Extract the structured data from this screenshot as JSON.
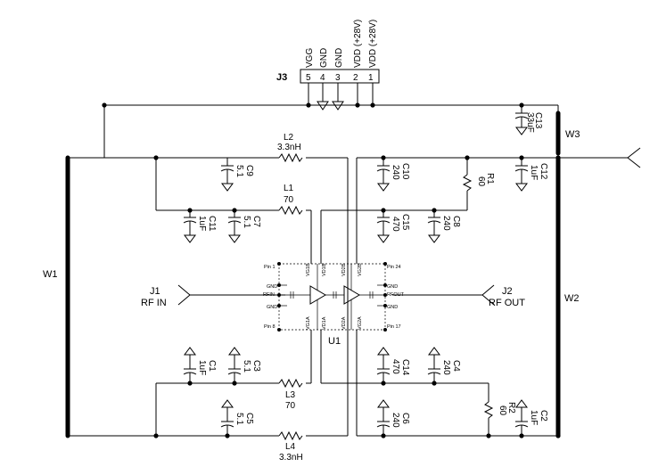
{
  "connector": {
    "ref": "J3",
    "pins": [
      {
        "num": "5",
        "name": "VGG"
      },
      {
        "num": "4",
        "name": "GND"
      },
      {
        "num": "3",
        "name": "GND"
      },
      {
        "num": "2",
        "name": "VDD (+28V)"
      },
      {
        "num": "1",
        "name": "VDD (+28V)"
      }
    ]
  },
  "buses": {
    "w1": "W1",
    "w2": "W2",
    "w3": "W3"
  },
  "ports": {
    "j1_ref": "J1",
    "j1_name": "RF IN",
    "j2_ref": "J2",
    "j2_name": "RF OUT"
  },
  "ic": {
    "ref": "U1",
    "pin1": "Pin 1",
    "pin8": "Pin 8",
    "pin24": "Pin 24",
    "pin17": "Pin 17",
    "gnd": "GND",
    "rfin": "RFIN",
    "rfout": "RFOUT",
    "vg1b": "VG1B",
    "vd1b": "VD1B",
    "vd2b": "VD2B",
    "vg2b": "VG2B",
    "vg1a": "VG1A",
    "vd1a": "VD1A",
    "vd2a": "VD2A",
    "vg2a": "VG2A"
  },
  "components": {
    "L1": {
      "ref": "L1",
      "value": "70"
    },
    "L2": {
      "ref": "L2",
      "value": "3.3nH"
    },
    "L3": {
      "ref": "L3",
      "value": "70"
    },
    "L4": {
      "ref": "L4",
      "value": "3.3nH"
    },
    "R1": {
      "ref": "R1",
      "value": "60"
    },
    "R2": {
      "ref": "R2",
      "value": "60"
    },
    "C1": {
      "ref": "C1",
      "value": "1uF"
    },
    "C2": {
      "ref": "C2",
      "value": "1uF"
    },
    "C3": {
      "ref": "C3",
      "value": "5.1"
    },
    "C4": {
      "ref": "C4",
      "value": "240"
    },
    "C5": {
      "ref": "C5",
      "value": "5.1"
    },
    "C6": {
      "ref": "C6",
      "value": "240"
    },
    "C7": {
      "ref": "C7",
      "value": "5.1"
    },
    "C8": {
      "ref": "C8",
      "value": "240"
    },
    "C9": {
      "ref": "C9",
      "value": "5.1"
    },
    "C10": {
      "ref": "C10",
      "value": "240"
    },
    "C11": {
      "ref": "C11",
      "value": "1uF"
    },
    "C12": {
      "ref": "C12",
      "value": "1uF"
    },
    "C13": {
      "ref": "C13",
      "value": "33uF"
    },
    "C14": {
      "ref": "C14",
      "value": "470"
    },
    "C15": {
      "ref": "C15",
      "value": "470"
    }
  }
}
